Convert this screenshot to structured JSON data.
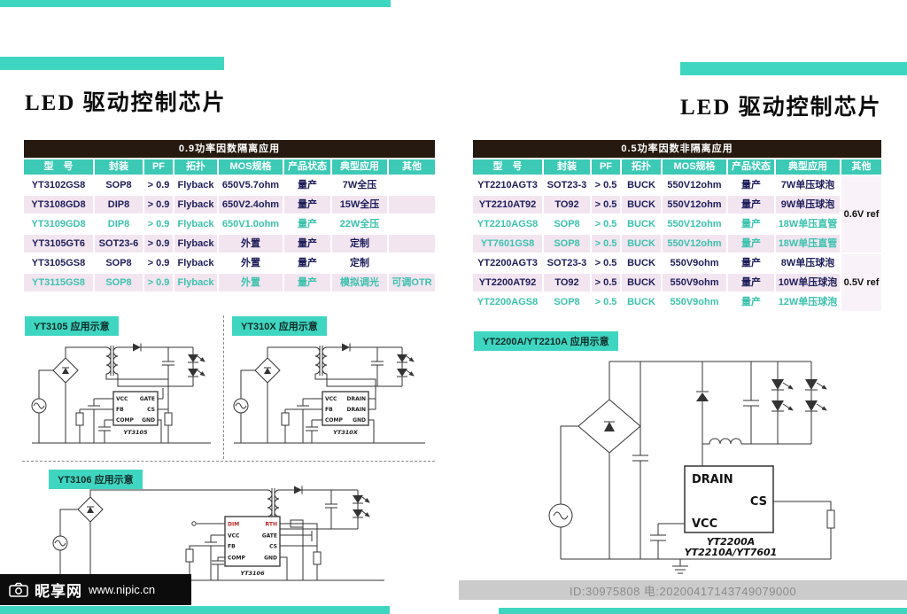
{
  "page": {
    "left_title": "LED 驱动控制芯片",
    "right_title": "LED 驱动控制芯片"
  },
  "left_table": {
    "title": "0.9功率因数隔离应用",
    "headers": [
      "型　号",
      "封装",
      "PF",
      "拓扑",
      "MOS规格",
      "产品状态",
      "典型应用",
      "其他"
    ],
    "rows": [
      {
        "model": "YT3102GS8",
        "pkg": "SOP8",
        "pf": "> 0.9",
        "topo": "Flyback",
        "mos": "650V5.7ohm",
        "status": "量产",
        "app": "7W全压",
        "other": ""
      },
      {
        "model": "YT3108GD8",
        "pkg": "DIP8",
        "pf": "> 0.9",
        "topo": "Flyback",
        "mos": "650V2.4ohm",
        "status": "量产",
        "app": "15W全压",
        "other": ""
      },
      {
        "model": "YT3109GD8",
        "pkg": "DIP8",
        "pf": "> 0.9",
        "topo": "Flyback",
        "mos": "650V1.0ohm",
        "status": "量产",
        "app": "22W全压",
        "other": ""
      },
      {
        "model": "YT3105GT6",
        "pkg": "SOT23-6",
        "pf": "> 0.9",
        "topo": "Flyback",
        "mos": "外置",
        "status": "量产",
        "app": "定制",
        "other": ""
      },
      {
        "model": "YT3105GS8",
        "pkg": "SOP8",
        "pf": "> 0.9",
        "topo": "Flyback",
        "mos": "外置",
        "status": "量产",
        "app": "定制",
        "other": ""
      },
      {
        "model": "YT3115GS8",
        "pkg": "SOP8",
        "pf": "> 0.9",
        "topo": "Flyback",
        "mos": "外置",
        "status": "量产",
        "app": "模拟调光",
        "other": "可调OTR"
      }
    ]
  },
  "right_table": {
    "title": "0.5功率因数非隔离应用",
    "headers": [
      "型　号",
      "封装",
      "PF",
      "拓扑",
      "MOS规格",
      "产品状态",
      "典型应用",
      "其他"
    ],
    "rows": [
      {
        "model": "YT2210AGT3",
        "pkg": "SOT23-3",
        "pf": "> 0.5",
        "topo": "BUCK",
        "mos": "550V12ohm",
        "status": "量产",
        "app": "7W单压球泡"
      },
      {
        "model": "YT2210AT92",
        "pkg": "TO92",
        "pf": "> 0.5",
        "topo": "BUCK",
        "mos": "550V12ohm",
        "status": "量产",
        "app": "9W单压球泡"
      },
      {
        "model": "YT2210AGS8",
        "pkg": "SOP8",
        "pf": "> 0.5",
        "topo": "BUCK",
        "mos": "550V12ohm",
        "status": "量产",
        "app": "18W单压直管"
      },
      {
        "model": "YT7601GS8",
        "pkg": "SOP8",
        "pf": "> 0.5",
        "topo": "BUCK",
        "mos": "550V12ohm",
        "status": "量产",
        "app": "18W单压直管"
      },
      {
        "model": "YT2200AGT3",
        "pkg": "SOT23-3",
        "pf": "> 0.5",
        "topo": "BUCK",
        "mos": "550V9ohm",
        "status": "量产",
        "app": "8W单压球泡"
      },
      {
        "model": "YT2200AT92",
        "pkg": "TO92",
        "pf": "> 0.5",
        "topo": "BUCK",
        "mos": "550V9ohm",
        "status": "量产",
        "app": "10W单压球泡"
      },
      {
        "model": "YT2200AGS8",
        "pkg": "SOP8",
        "pf": "> 0.5",
        "topo": "BUCK",
        "mos": "550V9ohm",
        "status": "量产",
        "app": "12W单压球泡"
      }
    ],
    "refs": [
      "0.6V ref",
      "0.5V ref"
    ]
  },
  "diagrams": {
    "d1": {
      "label": "YT3105 应用示意",
      "ic": "YT3105",
      "pins_left": [
        "VCC",
        "FB",
        "COMP"
      ],
      "pins_right": [
        "GATE",
        "CS",
        "GND"
      ]
    },
    "d2": {
      "label": "YT310X 应用示意",
      "ic": "YT310X",
      "pins_left": [
        "VCC",
        "FB",
        "COMP"
      ],
      "pins_right": [
        "DRAIN",
        "DRAIN",
        "GND"
      ]
    },
    "d3": {
      "label": "YT3106 应用示意",
      "ic": "YT3106",
      "pins_left": [
        "DIM",
        "VCC",
        "FB",
        "COMP"
      ],
      "pins_right": [
        "RTH",
        "GATE",
        "CS",
        "GND"
      ]
    },
    "d4": {
      "label": "YT2200A/YT2210A 应用示意",
      "pin_drain": "DRAIN",
      "pin_cs": "CS",
      "pin_vcc": "VCC",
      "ic_line1": "YT2200A",
      "ic_line2": "YT2210A/YT7601"
    }
  },
  "colors": {
    "teal_bar": "#3fd6c1",
    "table_header_teal": "#3cc9b5",
    "table_title_dark": "#261a10",
    "row_pink": "#f2e5f0",
    "teal_text": "#3cc2ae",
    "body_text": "#1e1e5a"
  },
  "footer": {
    "site_name": "昵享网",
    "site_url": "www.nipic.cn",
    "stock_id": "ID:30975808 电:20200417143749079000"
  }
}
